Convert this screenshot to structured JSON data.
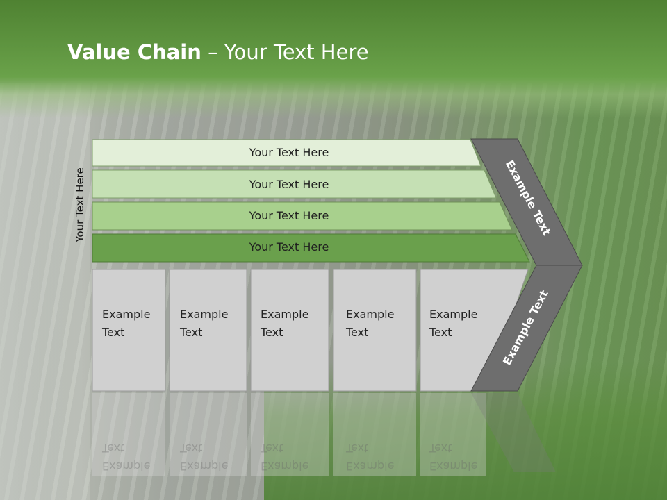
{
  "title": {
    "bold": "Value Chain",
    "rest": " – Your Text Here"
  },
  "side_label": "Your Text Here",
  "bands": [
    {
      "label": "Your Text Here",
      "color": "#e3efd9"
    },
    {
      "label": "Your Text Here",
      "color": "#c5e0b4"
    },
    {
      "label": "Your Text Here",
      "color": "#a8d08d"
    },
    {
      "label": "Your Text Here",
      "color": "#6aa04c"
    }
  ],
  "boxes": [
    {
      "line1": "Example",
      "line2": "Text"
    },
    {
      "line1": "Example",
      "line2": "Text"
    },
    {
      "line1": "Example",
      "line2": "Text"
    },
    {
      "line1": "Example",
      "line2": "Text"
    },
    {
      "line1": "Example",
      "line2": "Text"
    }
  ],
  "arrow": {
    "top_label": "Example Text",
    "bottom_label": "Example Text",
    "color": "#6e6e6e"
  },
  "box_color": "#d0d0d0"
}
